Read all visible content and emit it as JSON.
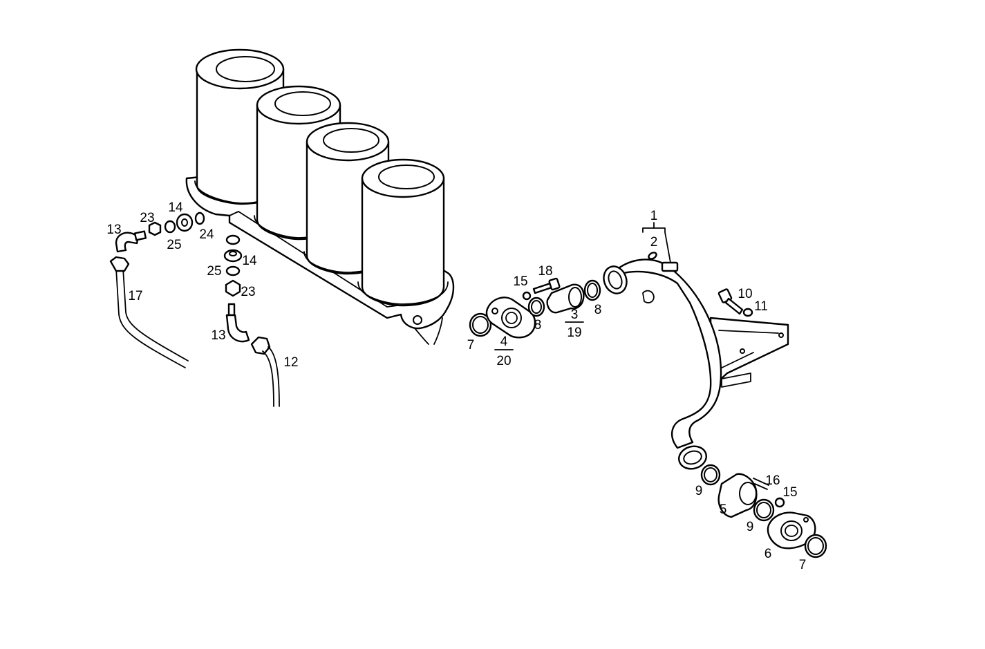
{
  "callouts": {
    "n1": "1",
    "n2": "2",
    "n3": "3",
    "n19": "19",
    "n4": "4",
    "n20": "20",
    "n5": "5",
    "n6": "6",
    "n7a": "7",
    "n7b": "7",
    "n8a": "8",
    "n8b": "8",
    "n9a": "9",
    "n9b": "9",
    "n10": "10",
    "n11": "11",
    "n12": "12",
    "n13a": "13",
    "n13b": "13",
    "n14a": "14",
    "n14b": "14",
    "n15a": "15",
    "n15b": "15",
    "n16": "16",
    "n17": "17",
    "n18": "18",
    "n23a": "23",
    "n23b": "23",
    "n24": "24",
    "n25a": "25",
    "n25b": "25"
  },
  "colors": {
    "line": "#000000",
    "background": "#ffffff"
  }
}
